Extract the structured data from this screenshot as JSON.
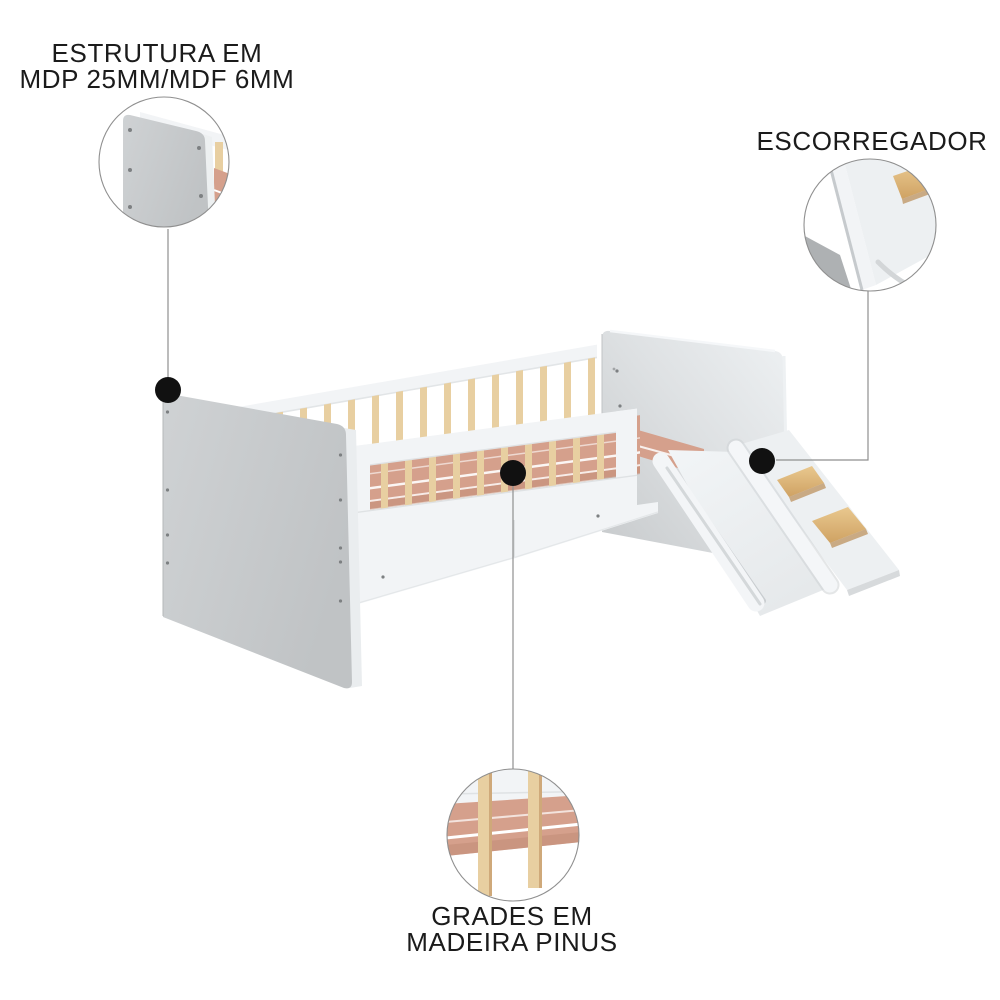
{
  "callouts": {
    "estrutura": {
      "line1": "ESTRUTURA EM",
      "line2": "MDP 25MM/MDF 6MM"
    },
    "escorregador": {
      "line1": "ESCORREGADOR"
    },
    "grades": {
      "line1": "GRADES EM",
      "line2": "MADEIRA PINUS"
    }
  },
  "palette": {
    "background": "#ffffff",
    "text": "#1b1b1b",
    "line": "#8f8f8f",
    "dot": "#111111",
    "panel_gray": "#c6c9cb",
    "panel_light": "#e9eced",
    "white_wood": "#f2f4f6",
    "white_wood2": "#edf0f2",
    "wood_pine": "#e8cfa1",
    "wood_pine_dark": "#cfa97a",
    "wood_step": "#d9ad6e",
    "slat_salmon": "#d5a08c"
  }
}
